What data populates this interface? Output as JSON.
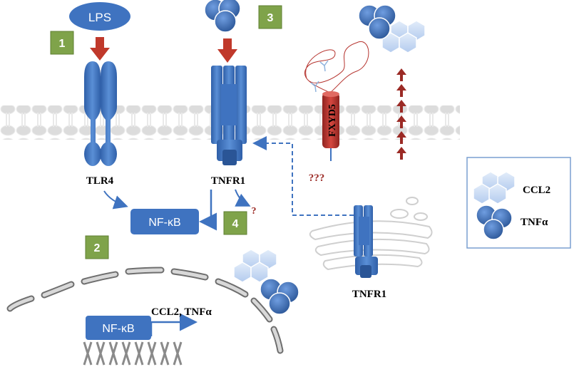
{
  "lps_label": "LPS",
  "steps": [
    "1",
    "2",
    "3",
    "4"
  ],
  "tlr4_label": "TLR4",
  "tnfr1_label": "TNFR1",
  "tnfr1_golgi_label": "TNFR1",
  "fxyd5_label": "FXYD5",
  "unknown_label": "???",
  "question_mark": "?",
  "nfkb_cytoplasm": "NF-κB",
  "nfkb_nucleus": "NF-κB",
  "gene_products": "CCL2, TNFα",
  "legend": {
    "ccl2": "CCL2",
    "tnfa": "TNFα"
  },
  "colors": {
    "receptor_blue": "#3f73c0",
    "receptor_dark": "#2a5596",
    "step_green": "#7fa34a",
    "arrow_red": "#c0392b",
    "fxyd5_red": "#b5332e",
    "ccl2_light": "#c9dbf3",
    "membrane_gray": "#d9d9d9"
  }
}
